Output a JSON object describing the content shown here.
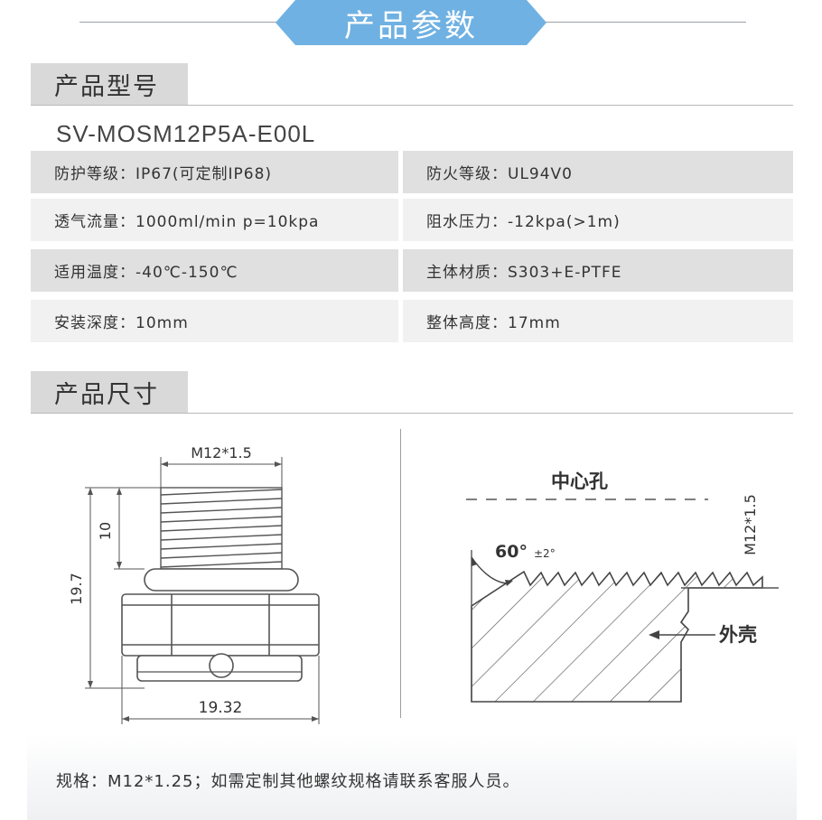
{
  "banner": {
    "title": "产品参数"
  },
  "model_section": {
    "heading": "产品型号",
    "model": "SV-MOSM12P5A-E00L"
  },
  "specs": {
    "protection": "防护等级：IP67(可定制IP68)",
    "fire": "防火等级：UL94V0",
    "airflow": "透气流量：1000ml/min p=10kpa",
    "water": "阻水压力：-12kpa(>1m)",
    "temperature": "适用温度：-40℃-150℃",
    "material": "主体材质：S303+E-PTFE",
    "depth": "安装深度：10mm",
    "height": "整体高度：17mm"
  },
  "dimension_section": {
    "heading": "产品尺寸"
  },
  "left_drawing": {
    "thread_label": "M12*1.5",
    "thread_length": "10",
    "total_height": "19.7",
    "hex_width": "19.32"
  },
  "right_drawing": {
    "center_hole": "中心孔",
    "angle": "60°",
    "tolerance": "±2°",
    "thread_spec": "M12*1.5",
    "housing": "外壳"
  },
  "footer": {
    "note": "规格：M12*1.25；如需定制其他螺纹规格请联系客服人员。"
  },
  "colors": {
    "banner": "#6fb1e2",
    "section_bg": "#d9d9d9",
    "row_dark": "#e0e0e0",
    "row_light": "#f1f1f1"
  }
}
